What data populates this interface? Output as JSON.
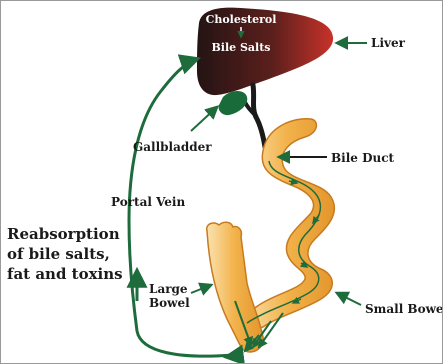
{
  "diagram": {
    "labels": {
      "cholesterol": "Cholesterol",
      "bile_salts": "Bile Salts",
      "liver": "Liver",
      "gallbladder": "Gallbladder",
      "bile_duct": "Bile Duct",
      "portal_vein": "Portal Vein",
      "reabsorption": [
        "Reabsorption",
        "of bile salts,",
        "fat and toxins"
      ],
      "large_bowel": [
        "Large",
        "Bowel"
      ],
      "small_bowel": "Small Bowel"
    },
    "colors": {
      "liver_dark": "#2a1a1a",
      "liver_red": "#c0302a",
      "gallbladder": "#1a6b3a",
      "intestine": "#f2b24a",
      "intestine_edge": "#c87a1e",
      "arrow_green": "#1e6b3c",
      "label_text": "#1a1a1a"
    }
  }
}
